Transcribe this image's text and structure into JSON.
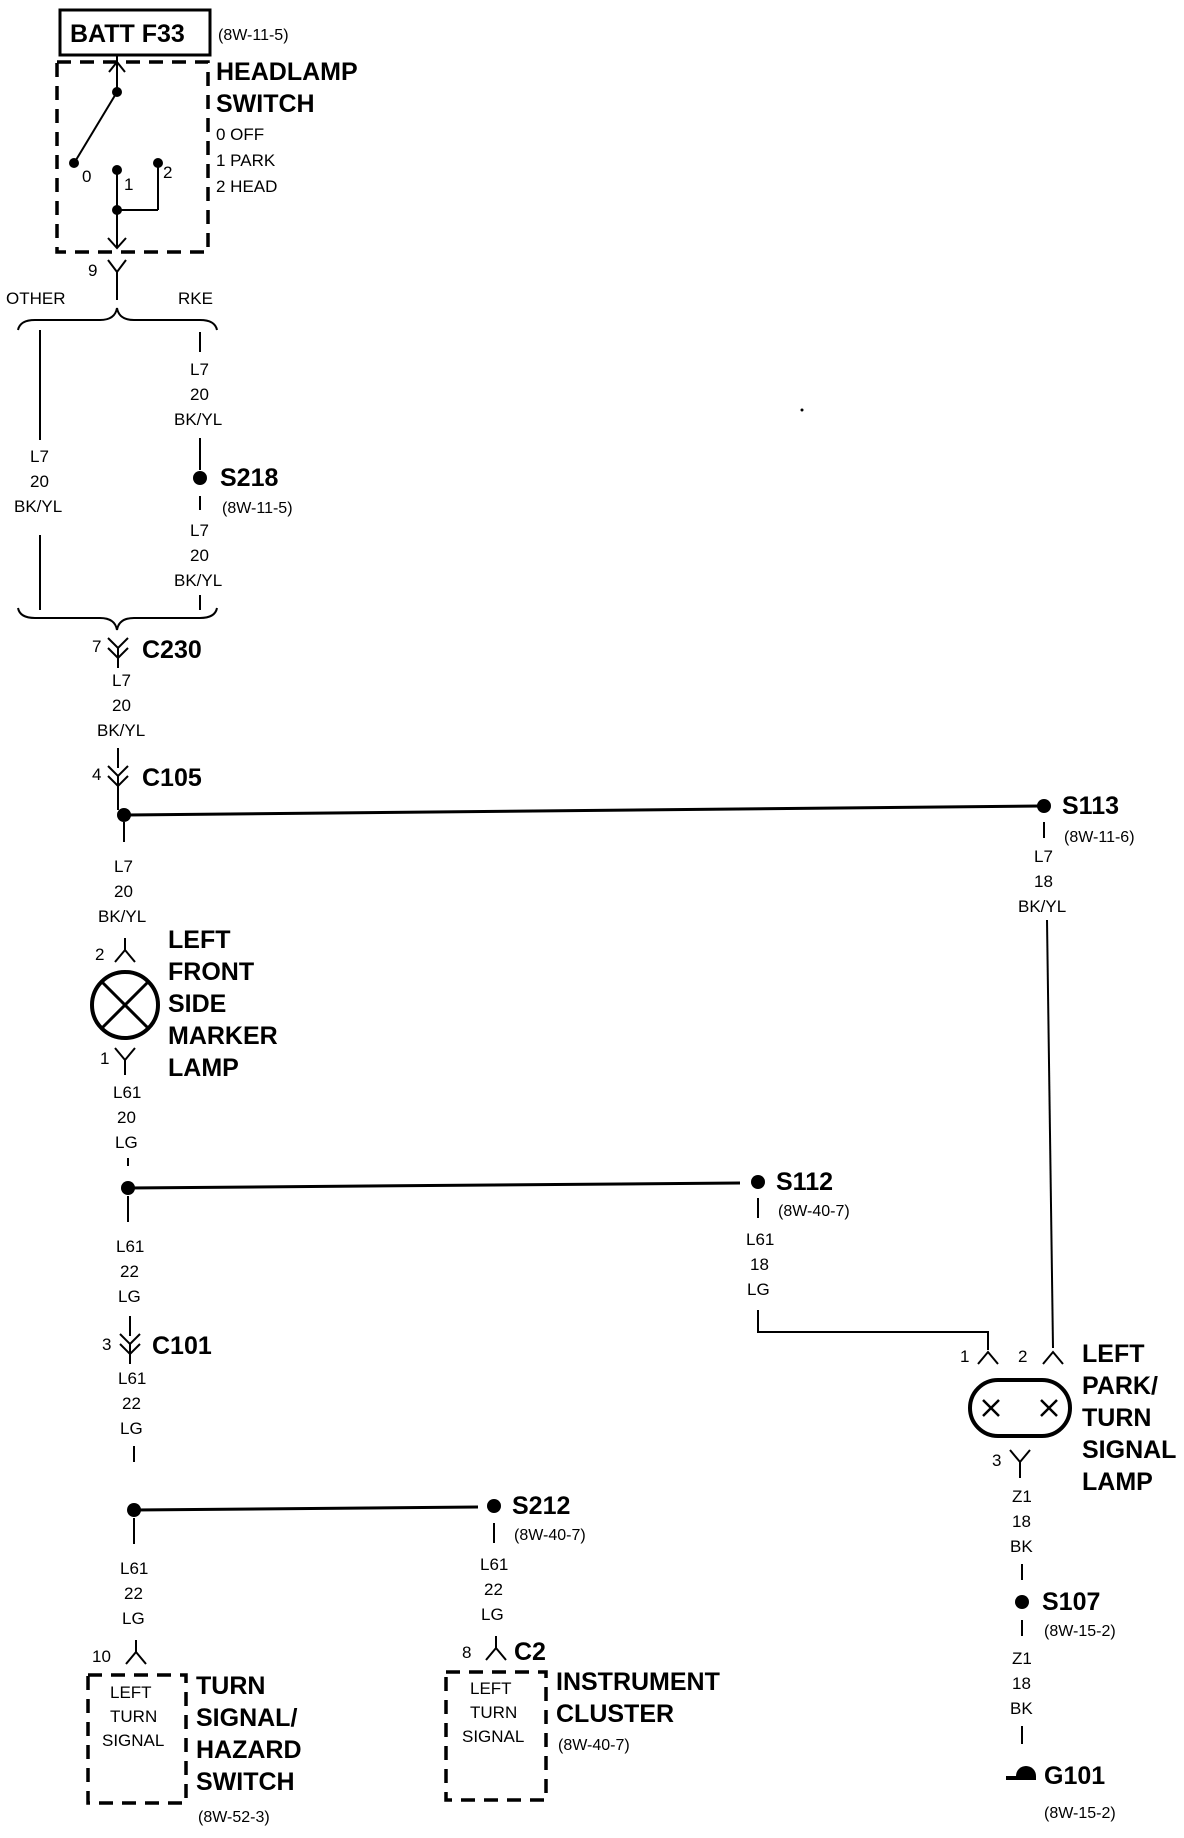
{
  "battery": {
    "label": "BATT F33",
    "ref": "(8W-11-5)"
  },
  "headlamp_switch": {
    "title_1": "HEADLAMP",
    "title_2": "SWITCH",
    "positions": [
      "0 OFF",
      "1 PARK",
      "2 HEAD"
    ],
    "pin_labels": [
      "0",
      "1",
      "2"
    ],
    "output_pin": "9"
  },
  "branch": {
    "left": "OTHER",
    "right": "RKE"
  },
  "wires": {
    "rke_upper": [
      "L7",
      "20",
      "BK/YL"
    ],
    "other": [
      "L7",
      "20",
      "BK/YL"
    ],
    "rke_lower": [
      "L7",
      "20",
      "BK/YL"
    ],
    "c230_c105": [
      "L7",
      "20",
      "BK/YL"
    ],
    "c105_marker": [
      "L7",
      "20",
      "BK/YL"
    ],
    "s113_lamp": [
      "L7",
      "18",
      "BK/YL"
    ],
    "marker_s112": [
      "L61",
      "20",
      "LG"
    ],
    "s112_c101": [
      "L61",
      "22",
      "LG"
    ],
    "s112_lamp": [
      "L61",
      "18",
      "LG"
    ],
    "c101_s212": [
      "L61",
      "22",
      "LG"
    ],
    "s212_switch": [
      "L61",
      "22",
      "LG"
    ],
    "s212_cluster": [
      "L61",
      "22",
      "LG"
    ],
    "lamp_s107": [
      "Z1",
      "18",
      "BK"
    ],
    "s107_g101": [
      "Z1",
      "18",
      "BK"
    ]
  },
  "splices": {
    "s218": {
      "label": "S218",
      "ref": "(8W-11-5)"
    },
    "s113": {
      "label": "S113",
      "ref": "(8W-11-6)"
    },
    "s112": {
      "label": "S112",
      "ref": "(8W-40-7)"
    },
    "s212": {
      "label": "S212",
      "ref": "(8W-40-7)"
    },
    "s107": {
      "label": "S107",
      "ref": "(8W-15-2)"
    }
  },
  "connectors": {
    "c230": {
      "label": "C230",
      "pin": "7"
    },
    "c105": {
      "label": "C105",
      "pin": "4"
    },
    "c101": {
      "label": "C101",
      "pin": "3"
    },
    "c2": {
      "label": "C2",
      "pin": "8"
    }
  },
  "side_marker_lamp": {
    "lines": [
      "LEFT",
      "FRONT",
      "SIDE",
      "MARKER",
      "LAMP"
    ],
    "pin_top": "2",
    "pin_bottom": "1"
  },
  "park_turn_lamp": {
    "lines": [
      "LEFT",
      "PARK/",
      "TURN",
      "SIGNAL",
      "LAMP"
    ],
    "pin_1": "1",
    "pin_2": "2",
    "pin_3": "3"
  },
  "turn_hazard_switch": {
    "pin": "10",
    "box_lines": [
      "LEFT",
      "TURN",
      "SIGNAL"
    ],
    "title_lines": [
      "TURN",
      "SIGNAL/",
      "HAZARD",
      "SWITCH"
    ],
    "ref": "(8W-52-3)"
  },
  "instrument_cluster": {
    "box_lines": [
      "LEFT",
      "TURN",
      "SIGNAL"
    ],
    "title_lines": [
      "INSTRUMENT",
      "CLUSTER"
    ],
    "ref": "(8W-40-7)"
  },
  "ground": {
    "label": "G101",
    "ref": "(8W-15-2)"
  }
}
